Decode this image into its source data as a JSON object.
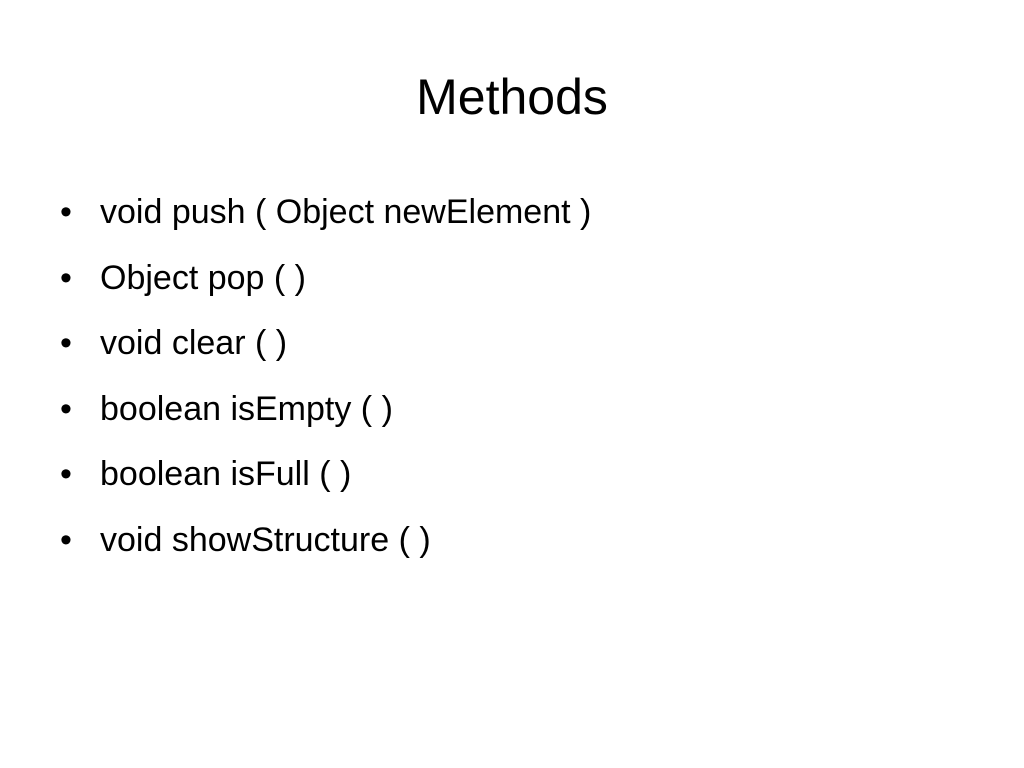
{
  "slide": {
    "title": "Methods",
    "bullet_symbol": "•",
    "items": [
      {
        "text": "void push ( Object newElement )"
      },
      {
        "text": "Object pop ( )"
      },
      {
        "text": "void clear ( )"
      },
      {
        "text": "boolean isEmpty ( )"
      },
      {
        "text": "boolean isFull ( )"
      },
      {
        "text": "void showStructure ( )"
      }
    ]
  }
}
